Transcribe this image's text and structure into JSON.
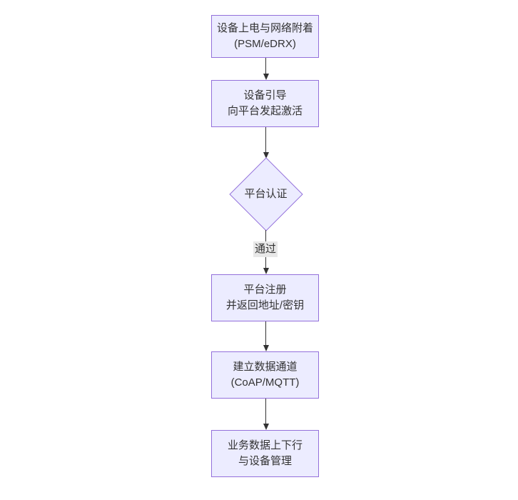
{
  "colors": {
    "background": "#ffffff",
    "node_fill": "#ECECFF",
    "node_border": "#9370DB",
    "edge": "#333333",
    "label_bg": "#e8e8e8",
    "text": "#333333"
  },
  "diagram_type": "flowchart-vertical",
  "nodes": [
    {
      "id": "power-attach",
      "shape": "rect",
      "lines": [
        "设备上电与网络附着",
        "(PSM/eDRX)"
      ]
    },
    {
      "id": "bootstrap",
      "shape": "rect",
      "lines": [
        "设备引导",
        "向平台发起激活"
      ]
    },
    {
      "id": "platform-auth",
      "shape": "diamond",
      "lines": [
        "平台认证"
      ]
    },
    {
      "id": "platform-register",
      "shape": "rect",
      "lines": [
        "平台注册",
        "并返回地址/密钥"
      ]
    },
    {
      "id": "data-channel",
      "shape": "rect",
      "lines": [
        "建立数据通道",
        "(CoAP/MQTT)"
      ]
    },
    {
      "id": "business-data",
      "shape": "rect",
      "lines": [
        "业务数据上下行",
        "与设备管理"
      ]
    }
  ],
  "edges": [
    {
      "from": "power-attach",
      "to": "bootstrap",
      "label": ""
    },
    {
      "from": "bootstrap",
      "to": "platform-auth",
      "label": ""
    },
    {
      "from": "platform-auth",
      "to": "platform-register",
      "label": "通过"
    },
    {
      "from": "platform-register",
      "to": "data-channel",
      "label": ""
    },
    {
      "from": "data-channel",
      "to": "business-data",
      "label": ""
    }
  ]
}
